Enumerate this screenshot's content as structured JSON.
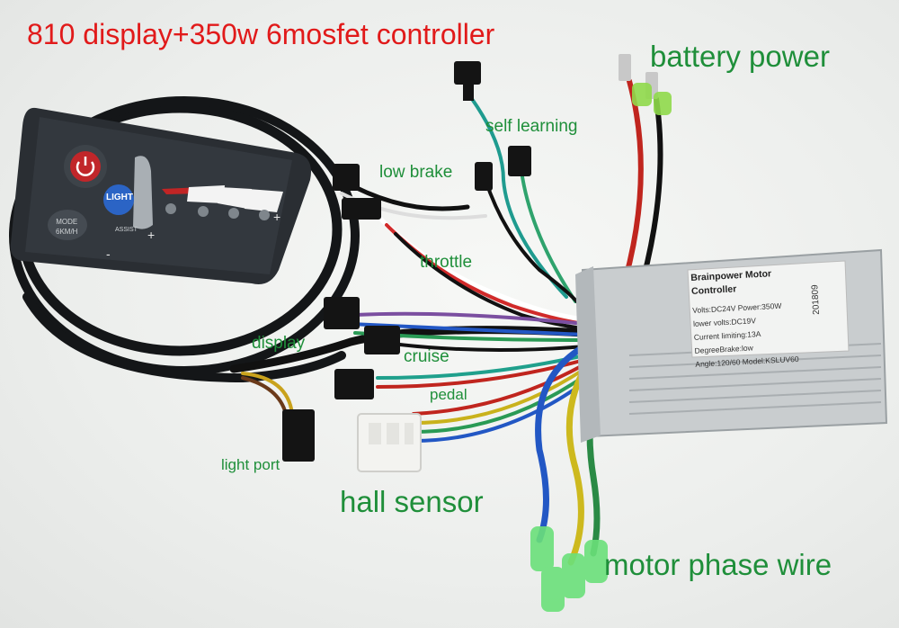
{
  "title": "810 display+350w 6mosfet controller",
  "labels": {
    "battery_power": "battery power",
    "self_learning": "self learning",
    "low_brake": "low brake",
    "throttle": "throttle",
    "display": "display",
    "cruise": "cruise",
    "pedal": "pedal",
    "light_port": "light port",
    "hall_sensor": "hall sensor",
    "motor_phase_wire": "motor phase wire"
  },
  "controller_plate": {
    "title": "Brainpower Motor Controller",
    "line1": "Volts:DC24V     Power:350W",
    "line2": "lower volts:DC19V",
    "line3": "Current limiting:13A",
    "line4": "DegreeBrake:low",
    "line5": "Angle:120/60   Model:KSLUV60",
    "serial": "201809"
  },
  "display_unit": {
    "light_button": "LIGHT",
    "mode_button": "MODE\n6KM/H",
    "assist_label": "ASSIST",
    "plus_label": "+"
  },
  "colors": {
    "title": "#e11a1a",
    "labels": "#1f8f3a",
    "display_body": "#2a2e33",
    "controller_body": "#c9cdcf"
  }
}
